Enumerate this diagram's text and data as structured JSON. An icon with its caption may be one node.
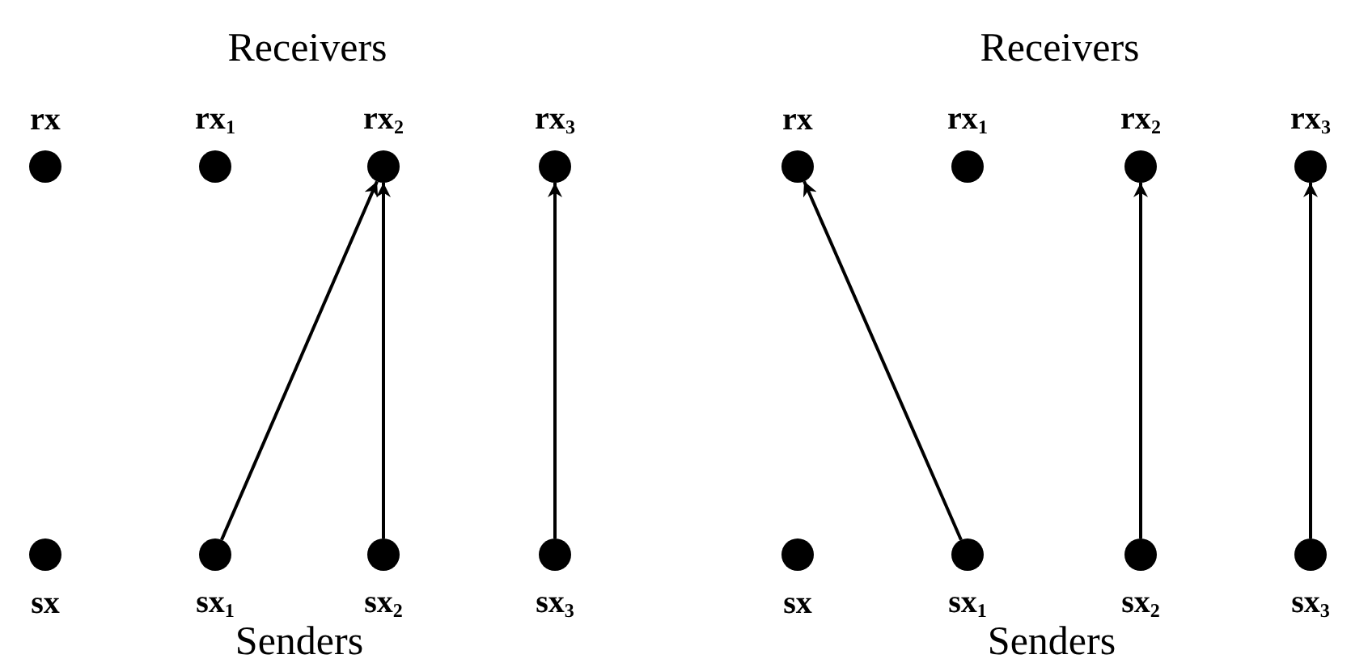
{
  "diagram": {
    "nodes": [
      {
        "text": [],
        "shape": "circle",
        "beside": [
          "rx"
        ]
      },
      {
        "text": [],
        "shape": "circle",
        "beside": [
          "rx$_{1}$"
        ]
      },
      {
        "text": [],
        "shape": "circle",
        "beside": [
          "rx$_{2}$"
        ]
      },
      {
        "text": [],
        "shape": "circle",
        "beside": [
          "rx$_{3}$"
        ]
      },
      {
        "text": [],
        "shape": "circle",
        "beside": [
          "sx"
        ]
      },
      {
        "text": [],
        "shape": "circle",
        "beside": [
          "sx$_{1}$"
        ]
      },
      {
        "text": [],
        "shape": "circle",
        "beside": [
          "sx$_{2}$"
        ]
      },
      {
        "text": [],
        "shape": "circle",
        "beside": [
          "sx$_{3}$"
        ]
      },
      {
        "text": [],
        "shape": "circle",
        "beside": [
          "rx"
        ]
      },
      {
        "text": [],
        "shape": "circle",
        "beside": [
          "rx$_{1}$"
        ]
      },
      {
        "text": [],
        "shape": "circle",
        "beside": [
          "rx$_{2}$"
        ]
      },
      {
        "text": [],
        "shape": "circle",
        "beside": [
          "rx$_{3}$"
        ]
      },
      {
        "text": [],
        "shape": "circle",
        "beside": [
          "sx"
        ]
      },
      {
        "text": [],
        "shape": "circle",
        "beside": [
          "sx$_{1}$"
        ]
      },
      {
        "text": [],
        "shape": "circle",
        "beside": [
          "sx$_{2}$"
        ]
      },
      {
        "text": [],
        "shape": "circle",
        "beside": [
          "sx$_{3}$"
        ]
      }
    ],
    "edges": [
      {
        "from": 5,
        "to": 2,
        "arrow": "to"
      },
      {
        "from": 6,
        "to": 2,
        "arrow": "to"
      },
      {
        "from": 7,
        "to": 3,
        "arrow": "to"
      },
      {
        "from": 13,
        "to": 8,
        "arrow": "to"
      },
      {
        "from": 14,
        "to": 10,
        "arrow": "to"
      },
      {
        "from": 15,
        "to": 11,
        "arrow": "to"
      }
    ],
    "labels": [
      "Receivers",
      "Receivers",
      "Senders",
      "Senders"
    ]
  }
}
